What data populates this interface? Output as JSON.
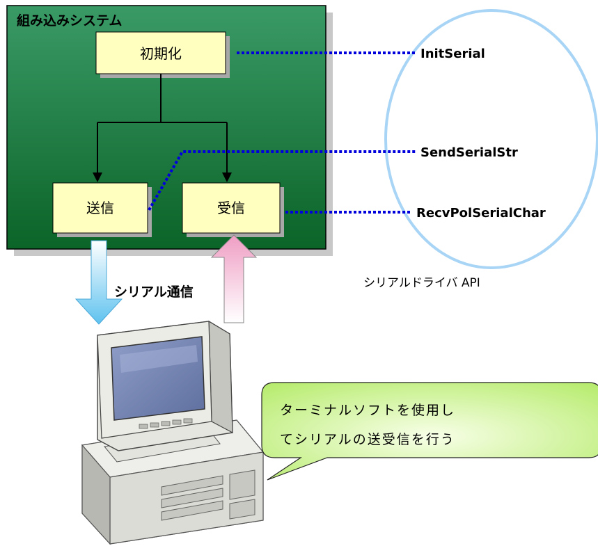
{
  "system": {
    "title": "組み込みシステム",
    "colors": {
      "panel_top": "#2f8f5a",
      "panel_bottom": "#0c6a2c",
      "box_fill": "#ffffc0",
      "connector": "#0000dd"
    }
  },
  "boxes": {
    "init": "初期化",
    "send": "送信",
    "recv": "受信"
  },
  "api": {
    "init": "InitSerial",
    "send": "SendSerialStr",
    "recv": "RecvPolSerialChar",
    "caption": "シリアルドライバ API",
    "ellipse_color": "#a8d4f5"
  },
  "comm": {
    "label": "シリアル通信",
    "down_arrow_color": "#6cc8f0",
    "up_arrow_color": "#f0a8c8"
  },
  "bubble": {
    "line1": "ターミナルソフトを使用し",
    "line2": "てシリアルの送受信を行う",
    "fill": "#c0f080"
  },
  "computer": {
    "icon": "desktop-computer-icon"
  }
}
